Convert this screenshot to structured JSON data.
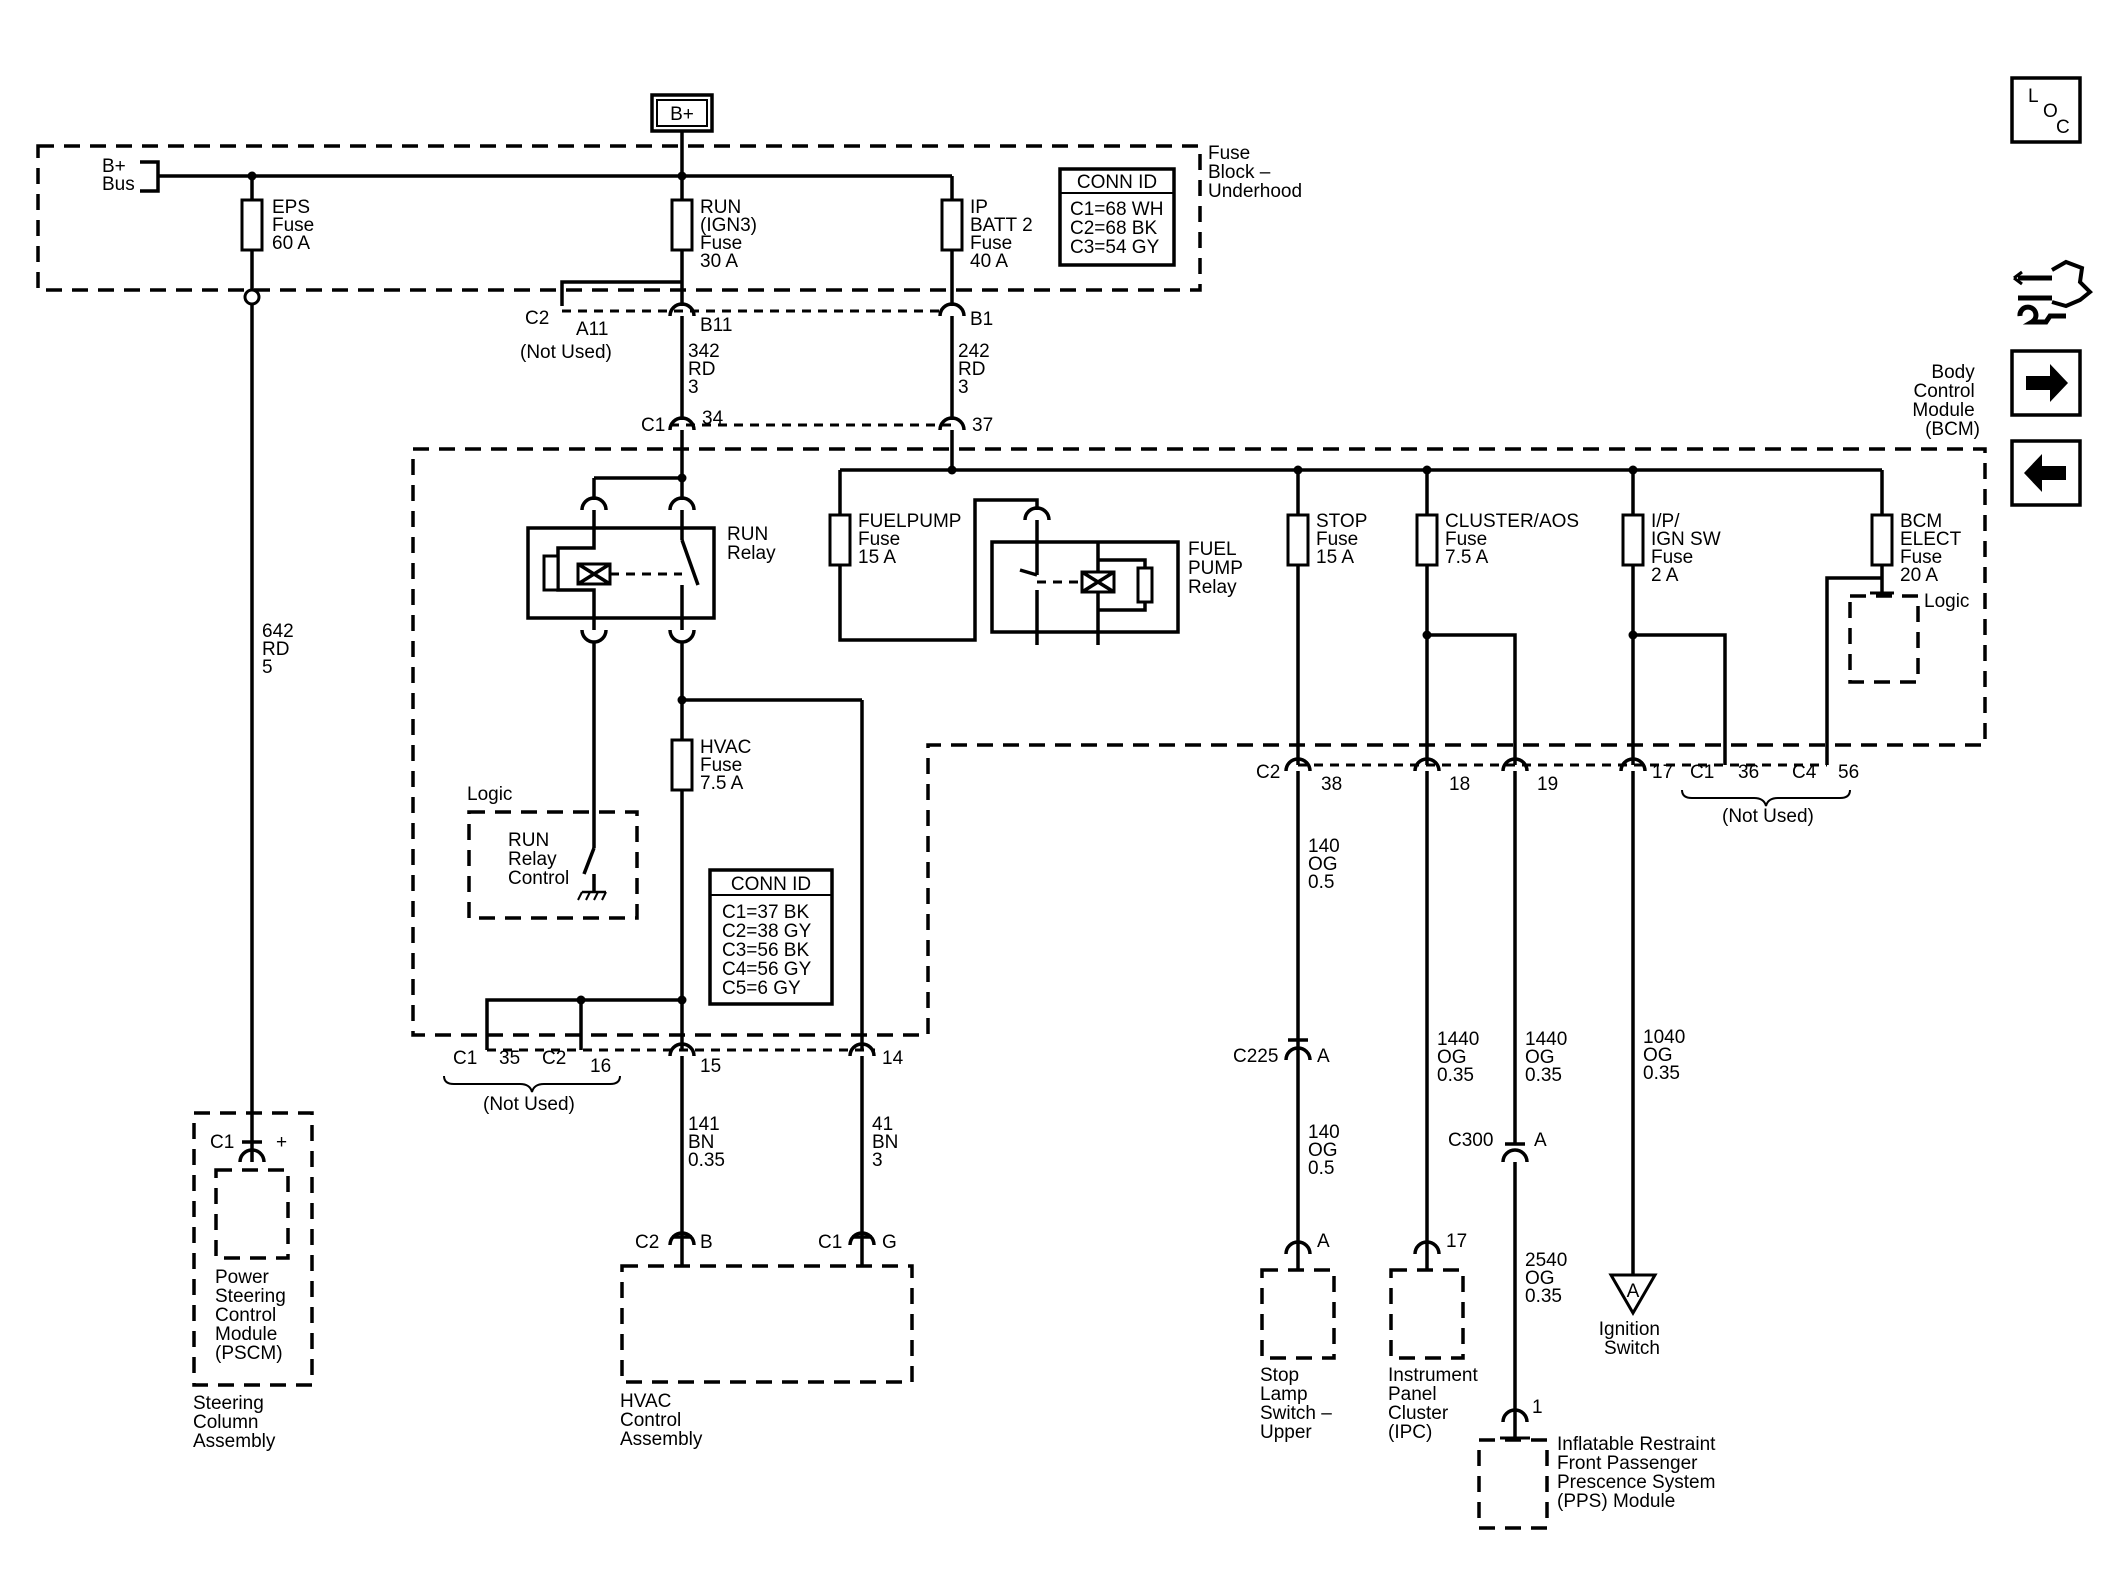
{
  "labels": {
    "bplus_source": "B+",
    "bplus_bus": [
      "B+",
      "Bus"
    ],
    "fuse_block": [
      "Fuse",
      "Block –",
      "Underhood"
    ],
    "conn_id_title": "CONN ID",
    "fuse_block_conn": [
      "C1=68 WH",
      "C2=68 BK",
      "C3=54 GY"
    ],
    "eps_fuse": [
      "EPS",
      "Fuse",
      "60 A"
    ],
    "run_fuse": [
      "RUN",
      "(IGN3)",
      "Fuse",
      "30 A"
    ],
    "ip_batt_fuse": [
      "IP",
      "BATT 2",
      "Fuse",
      "40 A"
    ],
    "c2": "C2",
    "a11": "A11",
    "not_used": "(Not Used)",
    "b11": "B11",
    "b1": "B1",
    "wire_342": [
      "342",
      "RD",
      "3"
    ],
    "wire_242": [
      "242",
      "RD",
      "3"
    ],
    "c1": "C1",
    "pin_34": "34",
    "pin_37": "37",
    "bcm": [
      "Body",
      "Control",
      "Module",
      "(BCM)"
    ],
    "run_relay": [
      "RUN",
      "Relay"
    ],
    "fuelpump_fuse": [
      "FUELPUMP",
      "Fuse",
      "15 A"
    ],
    "fuel_pump_relay": [
      "FUEL",
      "PUMP",
      "Relay"
    ],
    "stop_fuse": [
      "STOP",
      "Fuse",
      "15 A"
    ],
    "cluster_fuse": [
      "CLUSTER/AOS",
      "Fuse",
      "7.5 A"
    ],
    "ip_ign_fuse": [
      "I/P/",
      "IGN SW",
      "Fuse",
      "2 A"
    ],
    "bcm_elect_fuse": [
      "BCM",
      "ELECT",
      "Fuse",
      "20 A"
    ],
    "logic": "Logic",
    "hvac_fuse": [
      "HVAC",
      "Fuse",
      "7.5 A"
    ],
    "run_relay_control": [
      "RUN",
      "Relay",
      "Control"
    ],
    "bcm_conn": [
      "C1=37 BK",
      "C2=38 GY",
      "C3=56 BK",
      "C4=56 GY",
      "C5=6 GY"
    ],
    "wire_642": [
      "642",
      "RD",
      "5"
    ],
    "pin_35": "35",
    "pin_16": "16",
    "pin_15": "15",
    "pin_14": "14",
    "pin_38": "38",
    "pin_18": "18",
    "pin_19": "19",
    "pin_17": "17",
    "pin_36": "36",
    "c4": "C4",
    "pin_56": "56",
    "wire_140": [
      "140",
      "OG",
      "0.5"
    ],
    "wire_1440": [
      "1440",
      "OG",
      "0.35"
    ],
    "wire_1040": [
      "1040",
      "OG",
      "0.35"
    ],
    "c225": "C225",
    "pin_a": "A",
    "c300": "C300",
    "wire_2540": [
      "2540",
      "OG",
      "0.35"
    ],
    "pin_1": "1",
    "wire_141": [
      "141",
      "BN",
      "0.35"
    ],
    "wire_41": [
      "41",
      "BN",
      "3"
    ],
    "pin_b": "B",
    "pin_g": "G",
    "plus": "+",
    "pscm": [
      "Power",
      "Steering",
      "Control",
      "Module",
      "(PSCM)"
    ],
    "steering_column": [
      "Steering",
      "Column",
      "Assembly"
    ],
    "hvac_control": [
      "HVAC",
      "Control",
      "Assembly"
    ],
    "stop_lamp": [
      "Stop",
      "Lamp",
      "Switch –",
      "Upper"
    ],
    "ipc": [
      "Instrument",
      "Panel",
      "Cluster",
      "(IPC)"
    ],
    "ignition_switch": [
      "Ignition",
      "Switch"
    ],
    "pps_module": [
      "Inflatable Restraint",
      "Front Passenger",
      "Prescence System",
      "(PPS) Module"
    ],
    "loc": [
      "L",
      "O",
      "C"
    ]
  },
  "icons": [
    "loc-icon",
    "harness-icon",
    "arrow-right-icon",
    "arrow-left-icon"
  ]
}
